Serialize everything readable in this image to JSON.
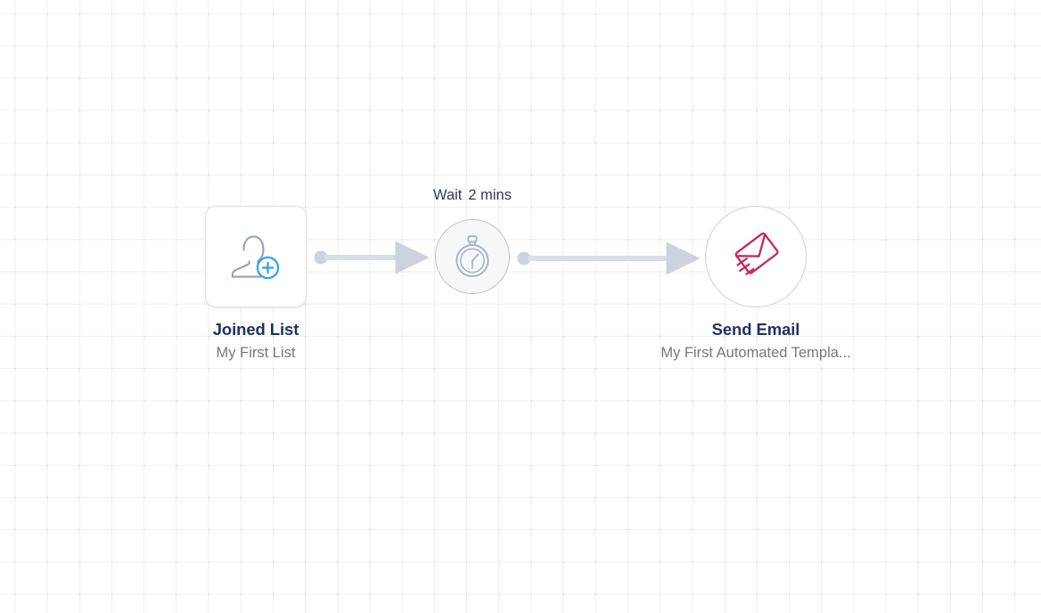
{
  "canvas": {
    "background_color": "#ffffff",
    "grid_line_color": "#efeff1",
    "grid_dot_color": "#dadade",
    "grid_spacing": 36
  },
  "theme": {
    "title_color": "#1f3264",
    "subtitle_color": "#77777c",
    "connector_color": "#d3d8e2",
    "connector_dot_color": "#ccd2de",
    "trigger_icon_color": "#97a1b5",
    "trigger_accent_color": "#2fa3ef",
    "wait_icon_color": "#a8b1c1",
    "email_icon_color": "#c9265a"
  },
  "workflow": {
    "nodes": [
      {
        "id": "joined-list",
        "shape": "card",
        "icon": "user-add-icon",
        "title": "Joined List",
        "subtitle": "My First List"
      },
      {
        "id": "wait",
        "shape": "circle-muted",
        "icon": "stopwatch-icon",
        "caption_label": "Wait",
        "caption_value": "2 mins",
        "title": "",
        "subtitle": ""
      },
      {
        "id": "send-email",
        "shape": "circle",
        "icon": "flying-envelope-icon",
        "title": "Send Email",
        "subtitle": "My First Automated Templa..."
      }
    ],
    "connectors": [
      {
        "id": "joined-list-to-wait",
        "from": "joined-list",
        "to": "wait"
      },
      {
        "id": "wait-to-send-email",
        "from": "wait",
        "to": "send-email"
      }
    ]
  }
}
